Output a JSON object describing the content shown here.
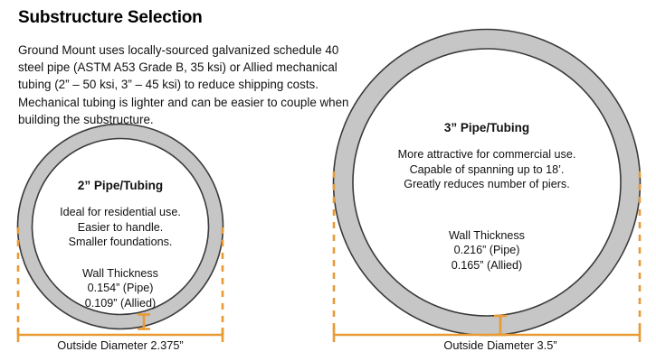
{
  "page": {
    "title": "Substructure Selection",
    "intro": "Ground Mount uses locally-sourced galvanized schedule 40 steel pipe (ASTM A53 Grade B, 35 ksi) or Allied mechanical tubing (2” – 50 ksi, 3” – 45 ksi) to reduce shipping costs. Mechanical tubing is lighter and can be easier to couple when building the substructure."
  },
  "colors": {
    "pipe_fill": "#c6c6c6",
    "pipe_outline": "#3a3a3a",
    "dimension_orange": "#e89a35",
    "text": "#111111",
    "background": "#ffffff"
  },
  "pipes": [
    {
      "id": "pipe-2in",
      "title": "2” Pipe/Tubing",
      "benefits": [
        "Ideal for residential use.",
        "Easier to handle.",
        "Smaller foundations."
      ],
      "wall_thickness_label": "Wall Thickness",
      "wall_thickness_values": [
        "0.154” (Pipe)",
        "0.109” (Allied)"
      ],
      "outside_diameter_caption": "Outside Diameter 2.375”"
    },
    {
      "id": "pipe-3in",
      "title": "3” Pipe/Tubing",
      "benefits": [
        "More attractive for commercial use.",
        "Capable of spanning up to 18’.",
        "Greatly reduces number of piers."
      ],
      "wall_thickness_label": "Wall Thickness",
      "wall_thickness_values": [
        "0.216” (Pipe)",
        "0.165” (Allied)"
      ],
      "outside_diameter_caption": "Outside Diameter 3.5”"
    }
  ]
}
